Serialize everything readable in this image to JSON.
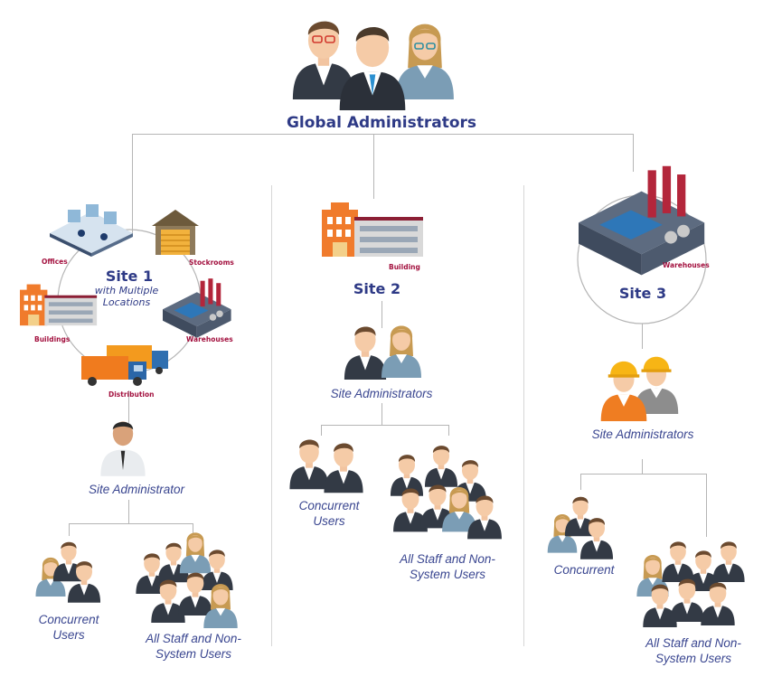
{
  "global": {
    "title": "Global Administrators"
  },
  "site1": {
    "title": "Site 1",
    "subtitle": "with Multiple Locations",
    "locations": {
      "offices": "Offices",
      "stockrooms": "Stockrooms",
      "buildings": "Buildings",
      "warehouses": "Warehouses",
      "distribution": "Distribution"
    },
    "admin_label": "Site Administrator",
    "concurrent_label": "Concurrent Users",
    "staff_label": "All Staff and Non-System Users"
  },
  "site2": {
    "title": "Site 2",
    "location": "Building",
    "admin_label": "Site Administrators",
    "concurrent_label": "Concurrent Users",
    "staff_label": "All Staff and Non-System Users"
  },
  "site3": {
    "title": "Site 3",
    "location": "Warehouses",
    "admin_label": "Site Administrators",
    "concurrent_label": "Concurrent",
    "staff_label": "All Staff and Non-System Users"
  },
  "colors": {
    "heading": "#2e3a86",
    "location_label": "#a3113f",
    "connector": "#b5b5b5"
  }
}
